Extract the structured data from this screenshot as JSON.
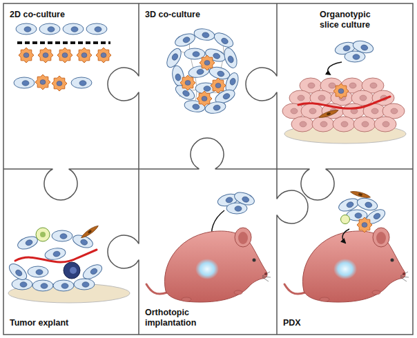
{
  "diagram": {
    "nodes": [
      {
        "text": [
          "2D co-culture"
        ]
      },
      {
        "text": [
          "3D co-culture"
        ]
      },
      {
        "text": [
          "Organotypic slice culture"
        ]
      },
      {
        "text": [
          "Tumor explant"
        ]
      },
      {
        "text": [
          "Orthotopic implantation"
        ]
      },
      {
        "text": [
          "PDX"
        ]
      }
    ]
  }
}
